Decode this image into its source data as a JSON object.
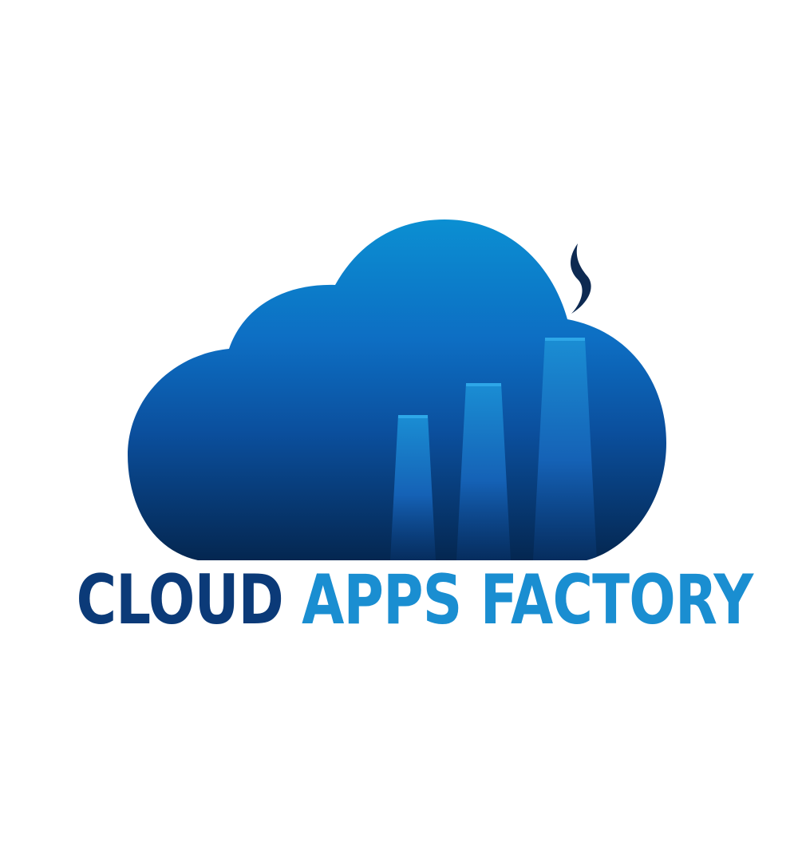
{
  "logo": {
    "word1": "CLOUD",
    "word2": "APPS",
    "word3": "FACTORY",
    "colors": {
      "dark_text": "#0b3a78",
      "light_text": "#1a8ed1",
      "cloud_top": "#0d8fd0",
      "cloud_bottom": "#052a55",
      "smoke": "#0d2a52"
    },
    "icon": "cloud-factory-icon"
  }
}
